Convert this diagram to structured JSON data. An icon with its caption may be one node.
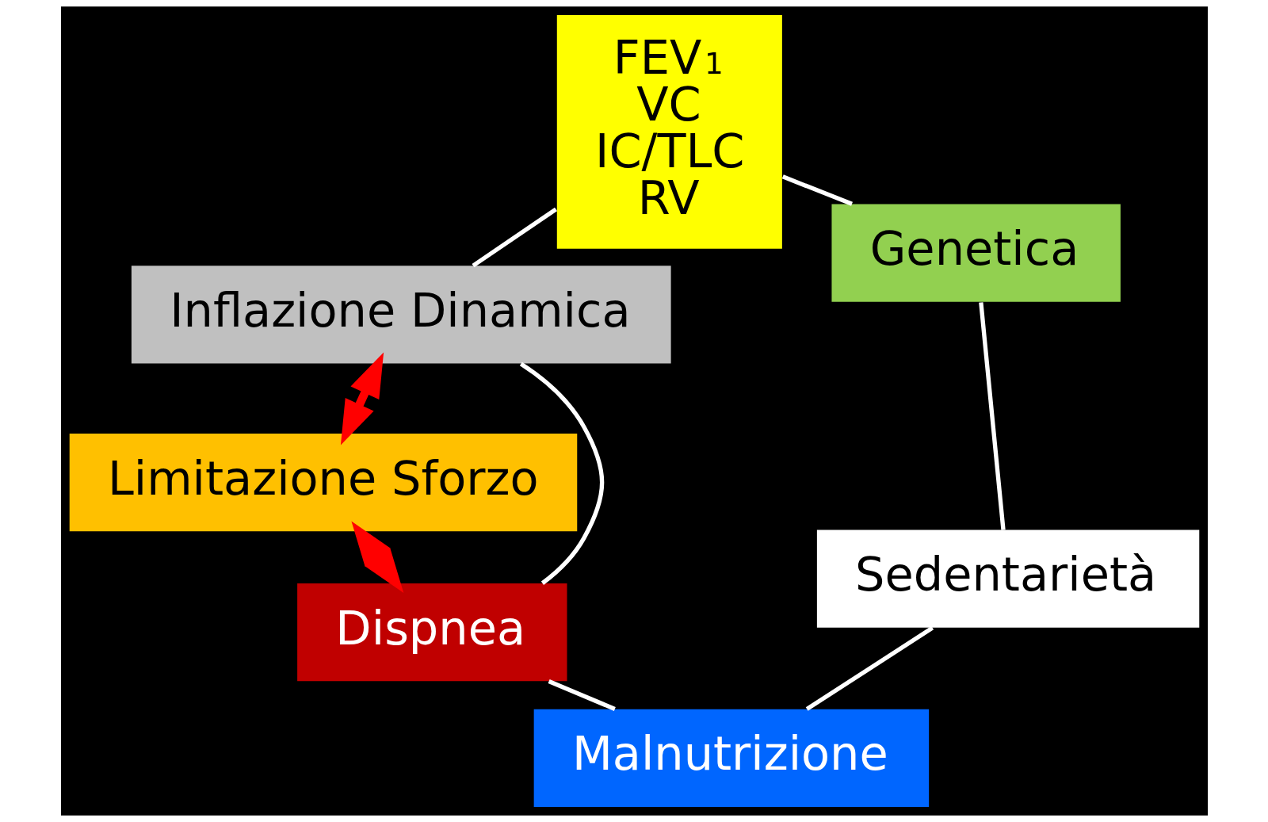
{
  "diagram": {
    "nodes": [
      {
        "text": [
          "Genetica"
        ]
      },
      {
        "text": [
          "Sedentarietà"
        ]
      },
      {
        "text": [
          "Malnutrizione"
        ]
      },
      {
        "text": [
          "Dispnea"
        ]
      },
      {
        "text": [
          "Inflazione Dinamica"
        ]
      },
      {
        "text": [
          "FEV$_{1}$",
          "VC",
          "IC/TLC",
          "RV"
        ]
      },
      {
        "text": [
          "Limitazione Sforzo"
        ]
      }
    ],
    "edges": [
      {
        "from": 0,
        "to": 1,
        "arrow": "none"
      },
      {
        "from": 1,
        "to": 2,
        "arrow": "none"
      },
      {
        "from": 2,
        "to": 3,
        "arrow": "none"
      },
      {
        "from": 3,
        "to": 4,
        "arrow": "none"
      },
      {
        "from": 4,
        "to": 5,
        "arrow": "none"
      },
      {
        "from": 5,
        "to": 0,
        "arrow": "none"
      },
      {
        "from": 4,
        "to": 6,
        "arrow": "both",
        "color": "#ff0000",
        "style": "thick"
      },
      {
        "from": 6,
        "to": 3,
        "arrow": "both",
        "color": "#ff0000",
        "style": "thick"
      }
    ]
  }
}
